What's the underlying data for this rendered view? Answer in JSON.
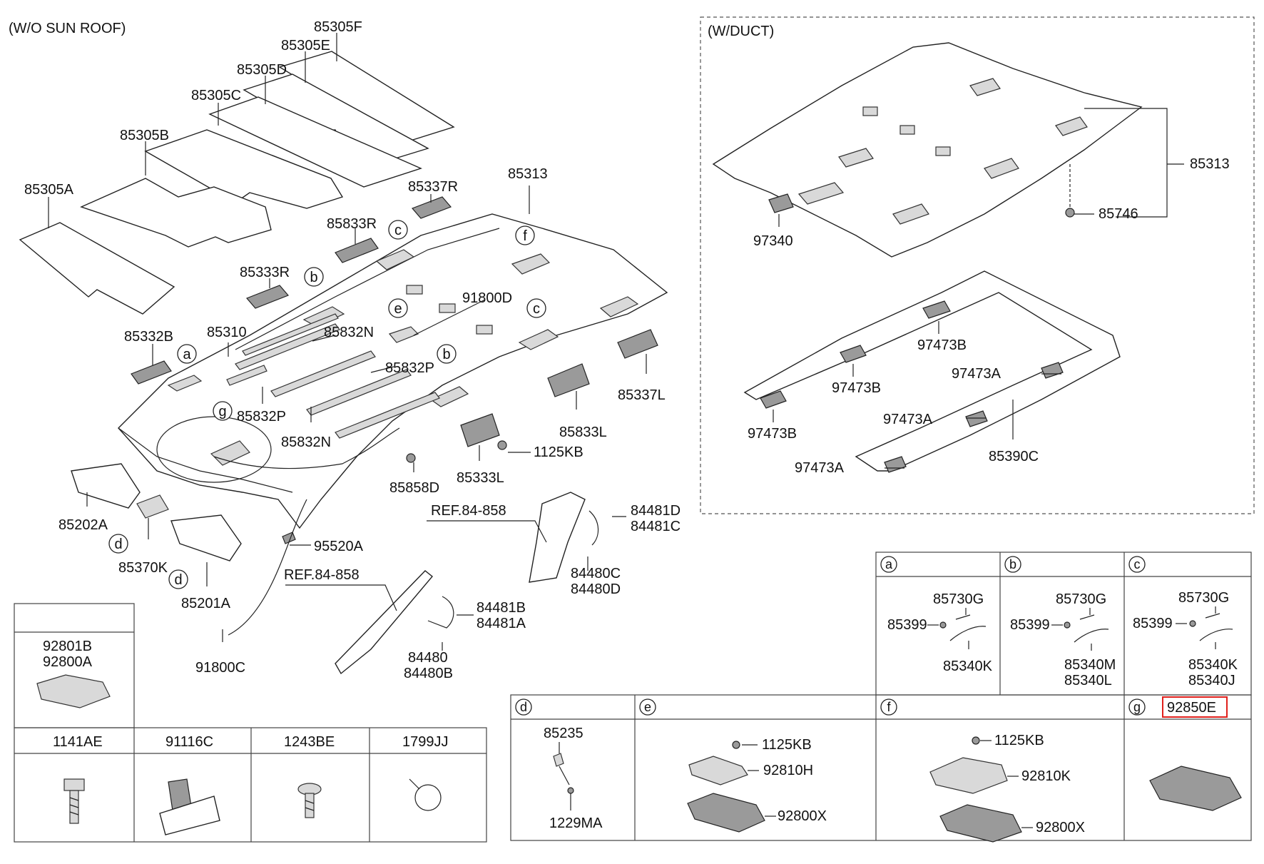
{
  "sections": {
    "wo_sunroof": "(W/O SUN ROOF)",
    "w_duct": "(W/DUCT)"
  },
  "labels": {
    "p85305F": "85305F",
    "p85305E": "85305E",
    "p85305D": "85305D",
    "p85305C": "85305C",
    "p85305B": "85305B",
    "p85305A": "85305A",
    "p85313_main": "85313",
    "p85337R": "85337R",
    "p85833R": "85833R",
    "p85333R": "85333R",
    "p91800D": "91800D",
    "p85332B": "85332B",
    "p85310": "85310",
    "p85832N_top": "85832N",
    "p85832P_right": "85832P",
    "p85832P_left": "85832P",
    "p85832N_bottom": "85832N",
    "p85337L": "85337L",
    "p85833L": "85833L",
    "p1125KB_main": "1125KB",
    "p85333L": "85333L",
    "p85858D": "85858D",
    "p85202A": "85202A",
    "p85370K": "85370K",
    "p95520A": "95520A",
    "p85201A": "85201A",
    "p91800C": "91800C",
    "ref1": "REF.84-858",
    "ref2": "REF.84-858",
    "p84481D": "84481D",
    "p84481C": "84481C",
    "p84480C": "84480C",
    "p84480D": "84480D",
    "p84481B": "84481B",
    "p84481A": "84481A",
    "p84480": "84480",
    "p84480B": "84480B",
    "p85313_duct": "85313",
    "p85746": "85746",
    "p97340": "97340",
    "p97473B_1": "97473B",
    "p97473B_2": "97473B",
    "p97473B_3": "97473B",
    "p97473A_1": "97473A",
    "p97473A_2": "97473A",
    "p97473A_3": "97473A",
    "p85390C": "85390C"
  },
  "callouts": {
    "a": "a",
    "b": "b",
    "c": "c",
    "d": "d",
    "e": "e",
    "f": "f",
    "g": "g"
  },
  "detail_a": {
    "letter": "a",
    "p1": "85730G",
    "p2": "85399",
    "p3": "85340K"
  },
  "detail_b": {
    "letter": "b",
    "p1": "85730G",
    "p2": "85399",
    "p3": "85340M",
    "p4": "85340L"
  },
  "detail_c": {
    "letter": "c",
    "p1": "85730G",
    "p2": "85399",
    "p3": "85340K",
    "p4": "85340J"
  },
  "detail_d": {
    "letter": "d",
    "p1": "85235",
    "p2": "1229MA"
  },
  "detail_e": {
    "letter": "e",
    "p1": "1125KB",
    "p2": "92810H",
    "p3": "92800X"
  },
  "detail_f": {
    "letter": "f",
    "p1": "1125KB",
    "p2": "92810K",
    "p3": "92800X"
  },
  "detail_g": {
    "letter": "g",
    "p1": "92850E"
  },
  "lamp_box": {
    "p1": "92801B",
    "p2": "92800A"
  },
  "fasteners": [
    "1141AE",
    "91116C",
    "1243BE",
    "1799JJ"
  ],
  "colors": {
    "highlight": "#e0201c",
    "line": "#222222"
  }
}
